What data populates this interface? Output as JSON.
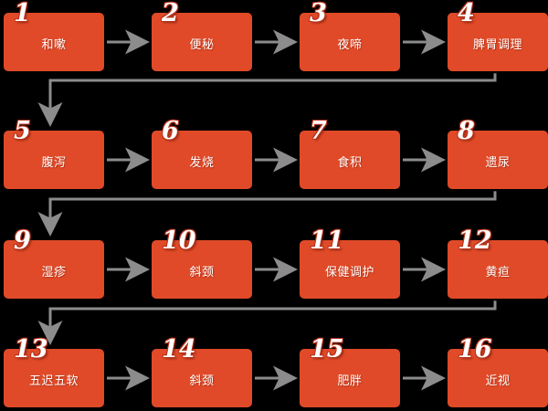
{
  "diagram": {
    "title": "",
    "background_color": "#000000",
    "node_color": "#e04a28",
    "connector_color": "#8c8c8c",
    "number_color": "#ffffff",
    "number_outline_color": "#b5321a",
    "label_color": "#ffffff",
    "layout": {
      "columns": 4,
      "rows": 4,
      "flow": "serpentine-left-to-right-wrap-down"
    },
    "nodes": [
      {
        "number": "1",
        "label": "和嗽",
        "col": 0,
        "row": 0
      },
      {
        "number": "2",
        "label": "便秘",
        "col": 1,
        "row": 0
      },
      {
        "number": "3",
        "label": "夜啼",
        "col": 2,
        "row": 0
      },
      {
        "number": "4",
        "label": "脾胃调理",
        "col": 3,
        "row": 0
      },
      {
        "number": "5",
        "label": "腹泻",
        "col": 0,
        "row": 1
      },
      {
        "number": "6",
        "label": "发烧",
        "col": 1,
        "row": 1
      },
      {
        "number": "7",
        "label": "食积",
        "col": 2,
        "row": 1
      },
      {
        "number": "8",
        "label": "遗尿",
        "col": 3,
        "row": 1
      },
      {
        "number": "9",
        "label": "湿疹",
        "col": 0,
        "row": 2
      },
      {
        "number": "10",
        "label": "斜颈",
        "col": 1,
        "row": 2
      },
      {
        "number": "11",
        "label": "保健调护",
        "col": 2,
        "row": 2
      },
      {
        "number": "12",
        "label": "黄疸",
        "col": 3,
        "row": 2
      },
      {
        "number": "13",
        "label": "五迟五软",
        "col": 0,
        "row": 3
      },
      {
        "number": "14",
        "label": "斜颈",
        "col": 1,
        "row": 3
      },
      {
        "number": "15",
        "label": "肥胖",
        "col": 2,
        "row": 3
      },
      {
        "number": "16",
        "label": "近视",
        "col": 3,
        "row": 3
      }
    ],
    "connections": [
      {
        "from": "1",
        "to": "2",
        "kind": "horizontal"
      },
      {
        "from": "2",
        "to": "3",
        "kind": "horizontal"
      },
      {
        "from": "3",
        "to": "4",
        "kind": "horizontal"
      },
      {
        "from": "4",
        "to": "5",
        "kind": "wrap"
      },
      {
        "from": "5",
        "to": "6",
        "kind": "horizontal"
      },
      {
        "from": "6",
        "to": "7",
        "kind": "horizontal"
      },
      {
        "from": "7",
        "to": "8",
        "kind": "horizontal"
      },
      {
        "from": "8",
        "to": "9",
        "kind": "wrap"
      },
      {
        "from": "9",
        "to": "10",
        "kind": "horizontal"
      },
      {
        "from": "10",
        "to": "11",
        "kind": "horizontal"
      },
      {
        "from": "11",
        "to": "12",
        "kind": "horizontal"
      },
      {
        "from": "12",
        "to": "13",
        "kind": "wrap"
      },
      {
        "from": "13",
        "to": "14",
        "kind": "horizontal"
      },
      {
        "from": "14",
        "to": "15",
        "kind": "horizontal"
      },
      {
        "from": "15",
        "to": "16",
        "kind": "horizontal"
      }
    ]
  }
}
